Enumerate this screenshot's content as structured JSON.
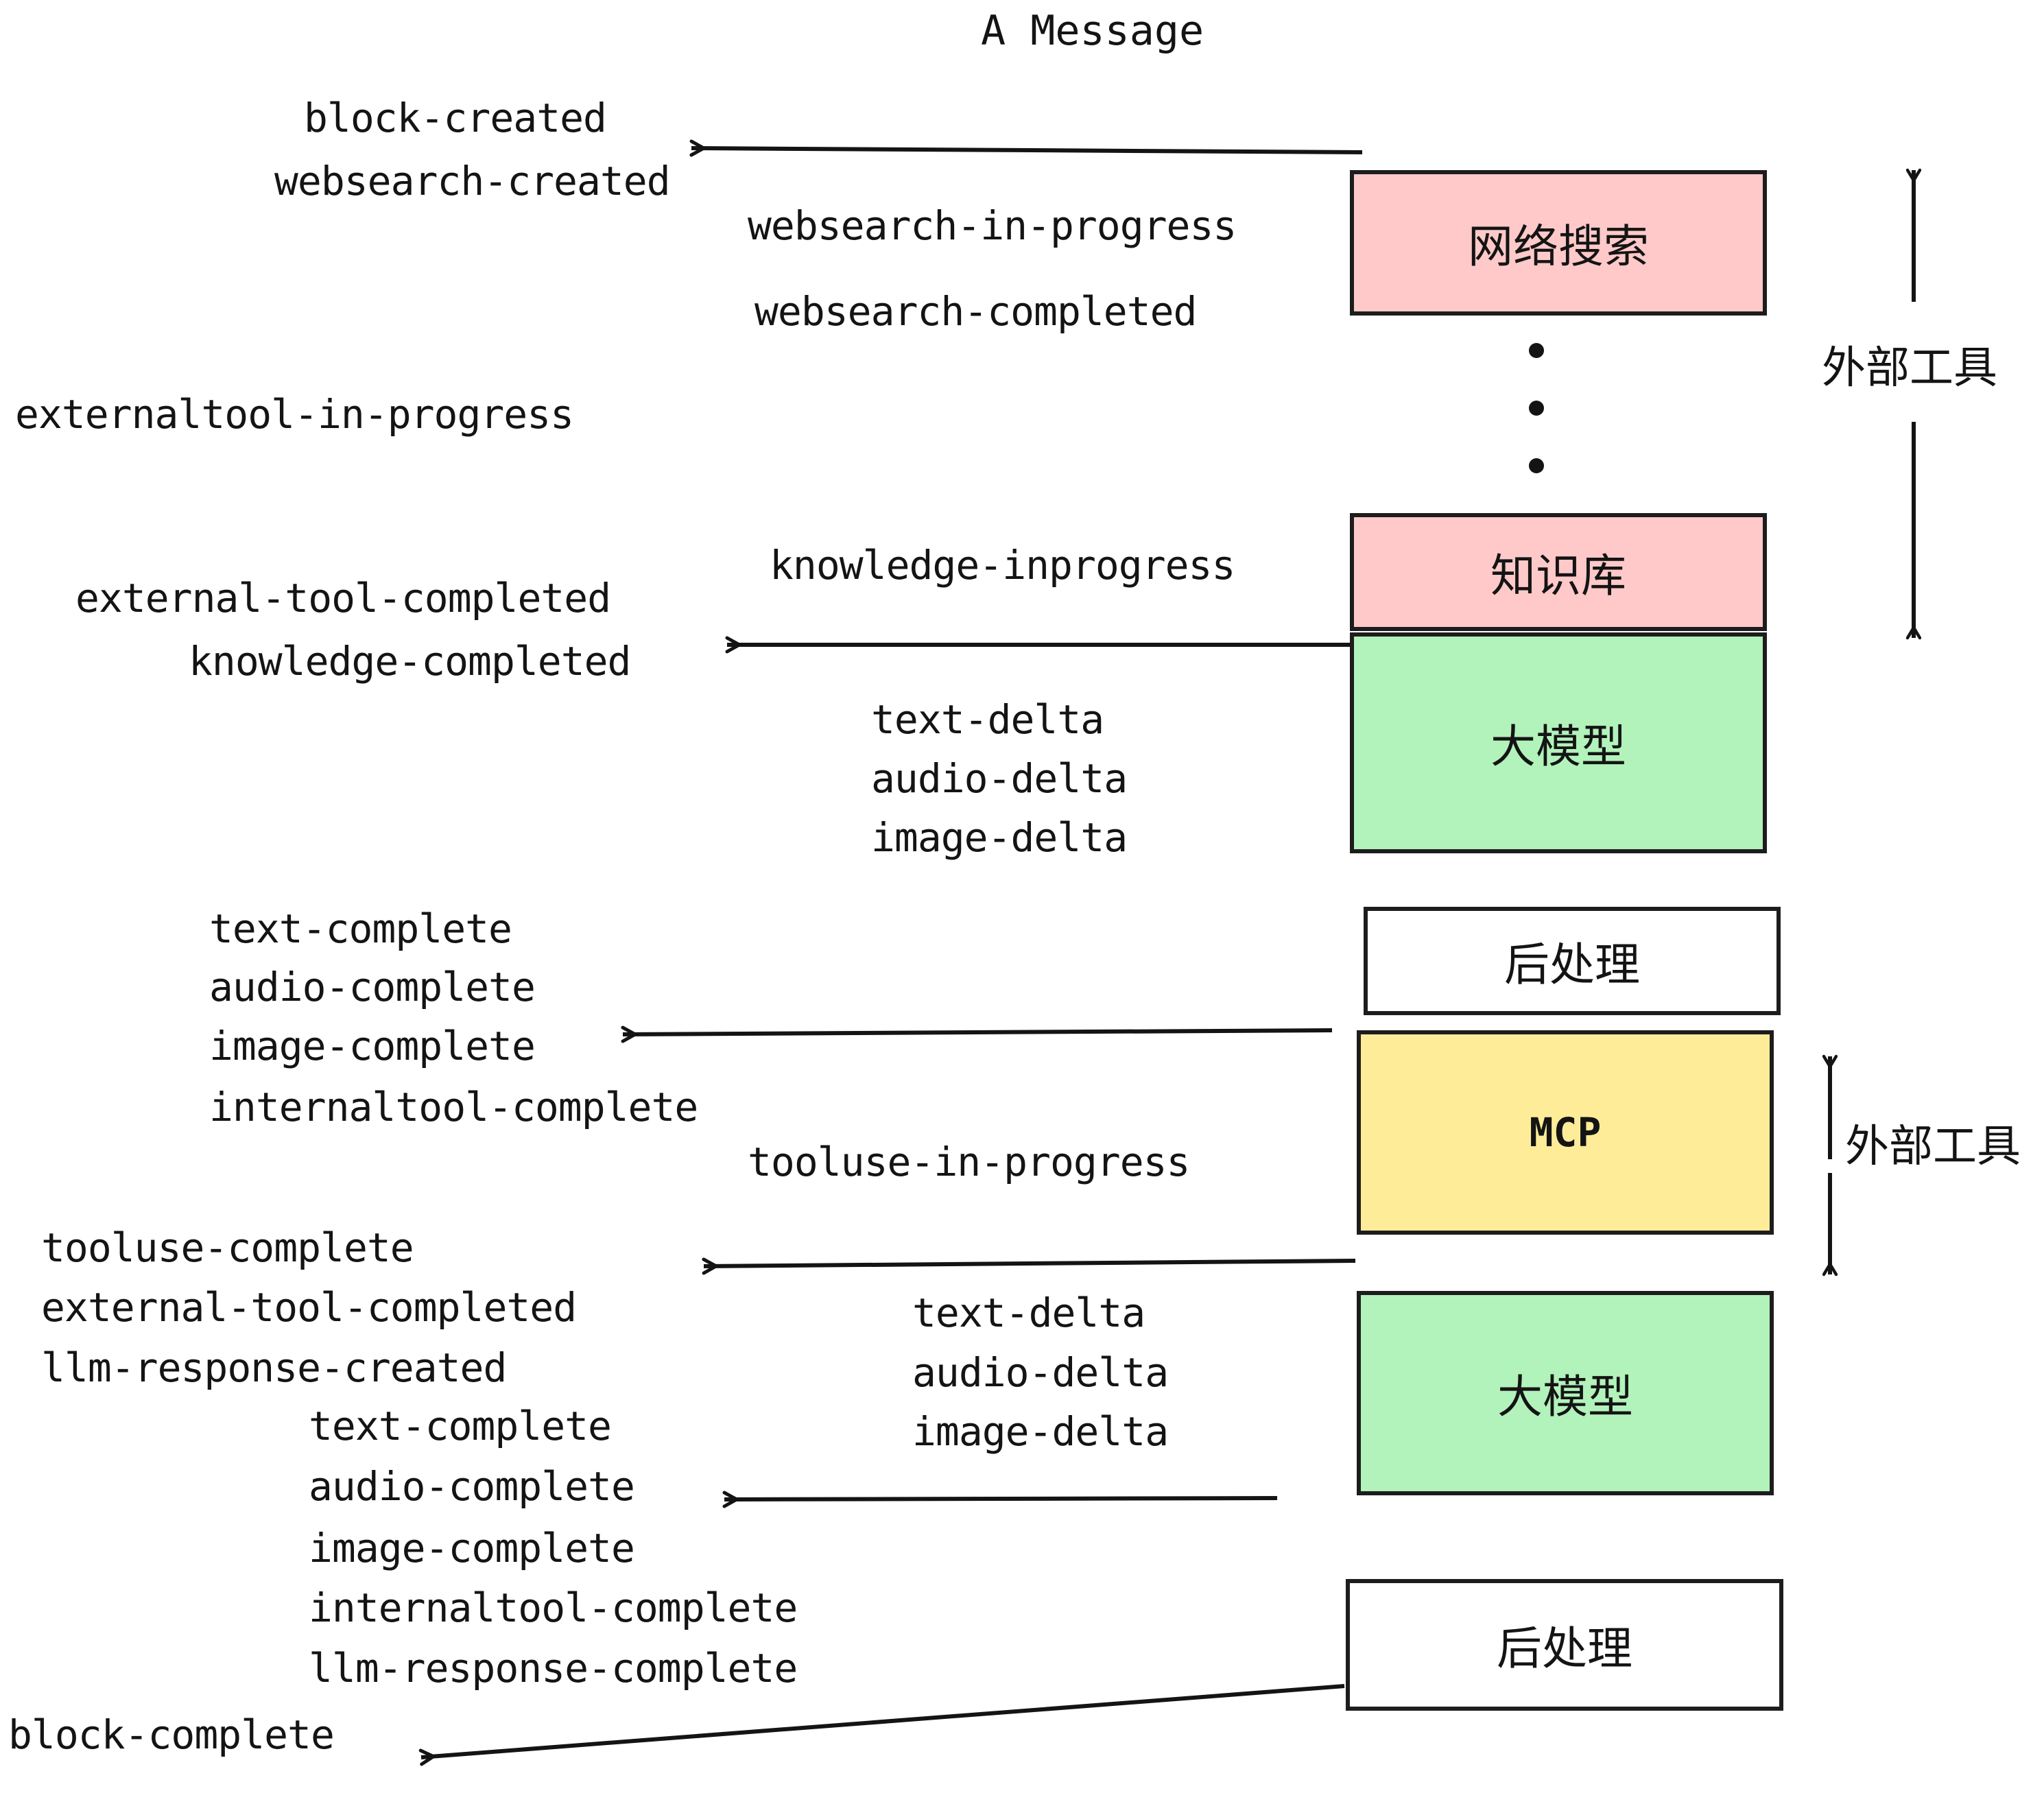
{
  "title": "A Message",
  "colors": {
    "pink": "#FFC9C9",
    "green": "#B2F2BB",
    "yellow": "#FFEC99",
    "white": "#FFFFFF",
    "stroke": "#1D1D1D",
    "text": "#141414",
    "background": "#FFFFFF"
  },
  "boxes": [
    {
      "label": "网络搜索",
      "fill": "#FFC9C9",
      "script": "cjk"
    },
    {
      "label": "知识库",
      "fill": "#FFC9C9",
      "script": "cjk"
    },
    {
      "label": "大模型",
      "fill": "#B2F2BB",
      "script": "cjk"
    },
    {
      "label": "后处理",
      "fill": "#FFFFFF",
      "script": "cjk"
    },
    {
      "label": "MCP",
      "fill": "#FFEC99",
      "script": "latin"
    },
    {
      "label": "大模型",
      "fill": "#B2F2BB",
      "script": "cjk"
    },
    {
      "label": "后处理",
      "fill": "#FFFFFF",
      "script": "cjk"
    }
  ],
  "side_labels": [
    {
      "label": "外部工具"
    },
    {
      "label": "外部工具"
    }
  ],
  "events": {
    "group_1": [
      "block-created",
      "websearch-created"
    ],
    "group_2": [
      "websearch-in-progress",
      "websearch-completed"
    ],
    "group_3": [
      "externaltool-in-progress"
    ],
    "group_4": [
      "knowledge-inprogress"
    ],
    "group_5": [
      "external-tool-completed",
      "knowledge-completed"
    ],
    "group_6": [
      "text-delta",
      "audio-delta",
      "image-delta"
    ],
    "group_7": [
      "text-complete",
      "audio-complete",
      "image-complete",
      "internaltool-complete"
    ],
    "group_8": [
      "tooluse-in-progress"
    ],
    "group_9": [
      "tooluse-complete",
      "external-tool-completed",
      "llm-response-created"
    ],
    "group_10": [
      "text-delta",
      "audio-delta",
      "image-delta"
    ],
    "group_11": [
      "text-complete",
      "audio-complete",
      "image-complete",
      "internaltool-complete",
      "llm-response-complete"
    ],
    "group_12": [
      "block-complete"
    ]
  },
  "flat_event_list": [
    "block-created",
    "websearch-created",
    "websearch-in-progress",
    "websearch-completed",
    "externaltool-in-progress",
    "knowledge-inprogress",
    "external-tool-completed",
    "knowledge-completed",
    "text-delta",
    "audio-delta",
    "image-delta",
    "text-complete",
    "audio-complete",
    "image-complete",
    "internaltool-complete",
    "tooluse-in-progress",
    "tooluse-complete",
    "external-tool-completed",
    "llm-response-created",
    "text-complete",
    "audio-complete",
    "image-complete",
    "internaltool-complete",
    "llm-response-complete",
    "block-complete"
  ],
  "ellipsis": "⋮"
}
